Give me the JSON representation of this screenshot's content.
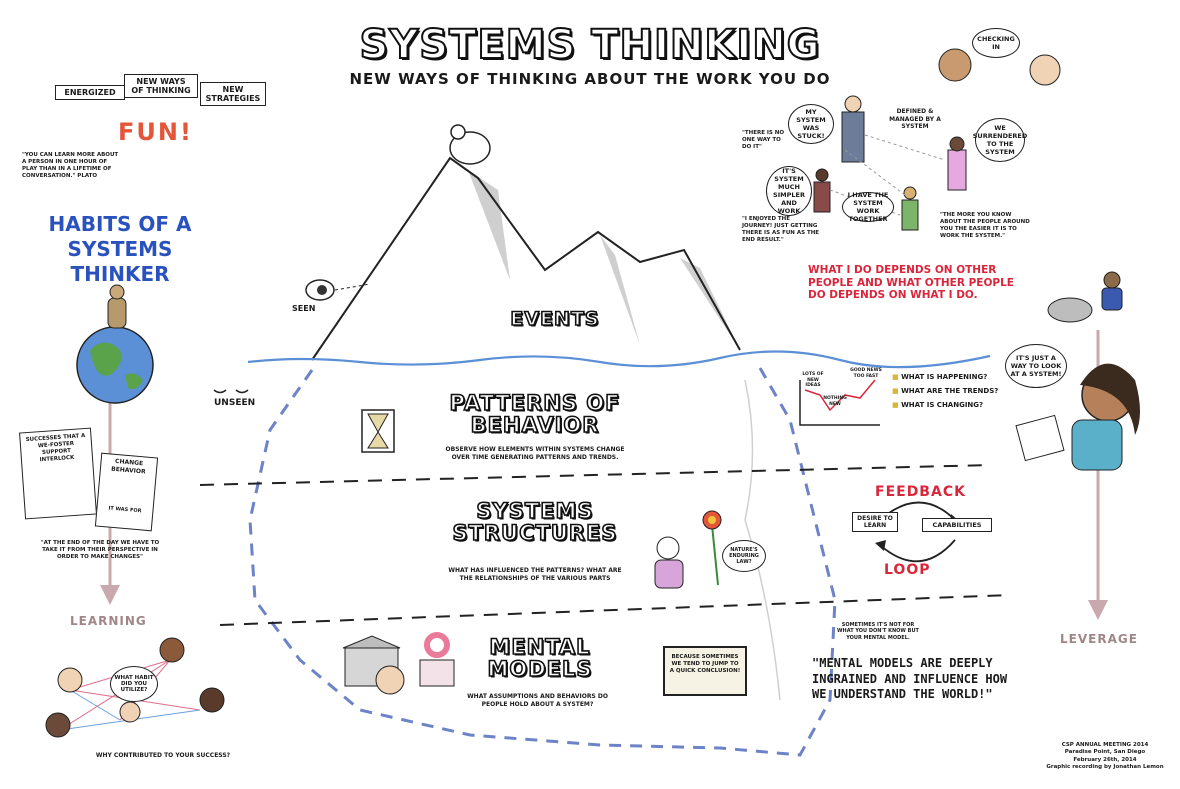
{
  "header": {
    "title": "SYSTEMS THINKING",
    "subtitle": "NEW WAYS OF THINKING ABOUT THE WORK YOU DO"
  },
  "left_panel": {
    "boxes": [
      "ENERGIZED",
      "NEW WAYS OF THINKING",
      "NEW STRATEGIES"
    ],
    "fun": "FUN!",
    "quote_top": "\"YOU CAN LEARN MORE ABOUT A PERSON IN ONE HOUR OF PLAY THAN IN A LIFETIME OF CONVERSATION.\" PLATO",
    "habits_title": "HABITS OF A SYSTEMS THINKER",
    "sign_left": "SUCCESSES THAT A WE-FOSTER SUPPORT INTERLOCK",
    "sign_right": "CHANGE BEHAVIOR",
    "sign_right_sub": "IT WAS FOR",
    "quote_bottom": "\"AT THE END OF THE DAY WE HAVE TO TAKE IT FROM THEIR PERSPECTIVE IN ORDER TO MAKE CHANGES\"",
    "learning_label": "LEARNING",
    "bubble_q": "WHAT HABIT DID YOU UTILIZE?",
    "bottom_caption": "WHY CONTRIBUTED TO YOUR SUCCESS?"
  },
  "iceberg": {
    "seen_label": "SEEN",
    "unseen_label": "UNSEEN",
    "levels": [
      {
        "name": "EVENTS",
        "desc": ""
      },
      {
        "name": "PATTERNS OF BEHAVIOR",
        "desc": "OBSERVE HOW ELEMENTS WITHIN SYSTEMS CHANGE OVER TIME GENERATING PATTERNS AND TRENDS."
      },
      {
        "name": "SYSTEMS STRUCTURES",
        "desc": "WHAT HAS INFLUENCED THE PATTERNS? WHAT ARE THE RELATIONSHIPS OF THE VARIOUS PARTS"
      },
      {
        "name": "MENTAL MODELS",
        "desc": "WHAT ASSUMPTIONS AND BEHAVIORS DO PEOPLE HOLD ABOUT A SYSTEM?"
      }
    ],
    "flower_bubble": "NATURE'S ENDURING LAW?",
    "sign_box": "BECAUSE SOMETIMES WE TEND TO JUMP TO A QUICK CONCLUSION!"
  },
  "right_panel": {
    "checking_in": "CHECKING IN",
    "bubbles": [
      "MY SYSTEM WAS STUCK!",
      "IT'S SYSTEM MUCH SIMPLER AND WORK",
      "I HAVE THE SYSTEM WORK TOGETHER",
      "WE SURRENDERED TO THE SYSTEM"
    ],
    "label_defined": "DEFINED & MANAGED BY A SYSTEM",
    "quote_one_way": "\"THERE IS NO ONE WAY TO DO IT\"",
    "quote_journey": "\"I ENJOYED THE JOURNEY! JUST GETTING THERE IS AS FUN AS THE END RESULT.\"",
    "quote_more_you_know": "\"THE MORE YOU KNOW ABOUT THE PEOPLE AROUND YOU THE EASIER IT IS TO WORK THE SYSTEM.\"",
    "depends_text": "WHAT I DO DEPENDS ON OTHER PEOPLE AND WHAT OTHER PEOPLE DO DEPENDS ON WHAT I DO.",
    "just_a_way": "IT'S JUST A WAY TO LOOK AT A SYSTEM!",
    "chart_labels": [
      "LOTS OF NEW IDEAS",
      "NOTHING NEW",
      "GOOD NEWS TOO FAST"
    ],
    "questions": [
      "WHAT IS HAPPENING?",
      "WHAT ARE THE TRENDS?",
      "WHAT IS CHANGING?"
    ],
    "feedback": "FEEDBACK",
    "loop": "LOOP",
    "desire": "DESIRE TO LEARN",
    "capabilities": "CAPABILITIES",
    "leverage_label": "LEVERAGE",
    "small_note": "SOMETIMES IT'S NOT FOR WHAT YOU DON'T KNOW BUT YOUR MENTAL MODEL.",
    "quote_mental": "\"MENTAL MODELS ARE DEEPLY INGRAINED AND INFLUENCE HOW WE UNDERSTAND THE WORLD!\"",
    "credits": [
      "CSP ANNUAL MEETING 2014",
      "Paradise Point, San Diego",
      "February 26th, 2014",
      "Graphic recording by Jonathan Lemon"
    ]
  },
  "colors": {
    "water": "#5b8fd6",
    "dash_blue": "#6d83c8",
    "heading_blue": "#2a52be",
    "red_text": "#d9263a",
    "arrow_mauve": "#c9a9ad"
  }
}
